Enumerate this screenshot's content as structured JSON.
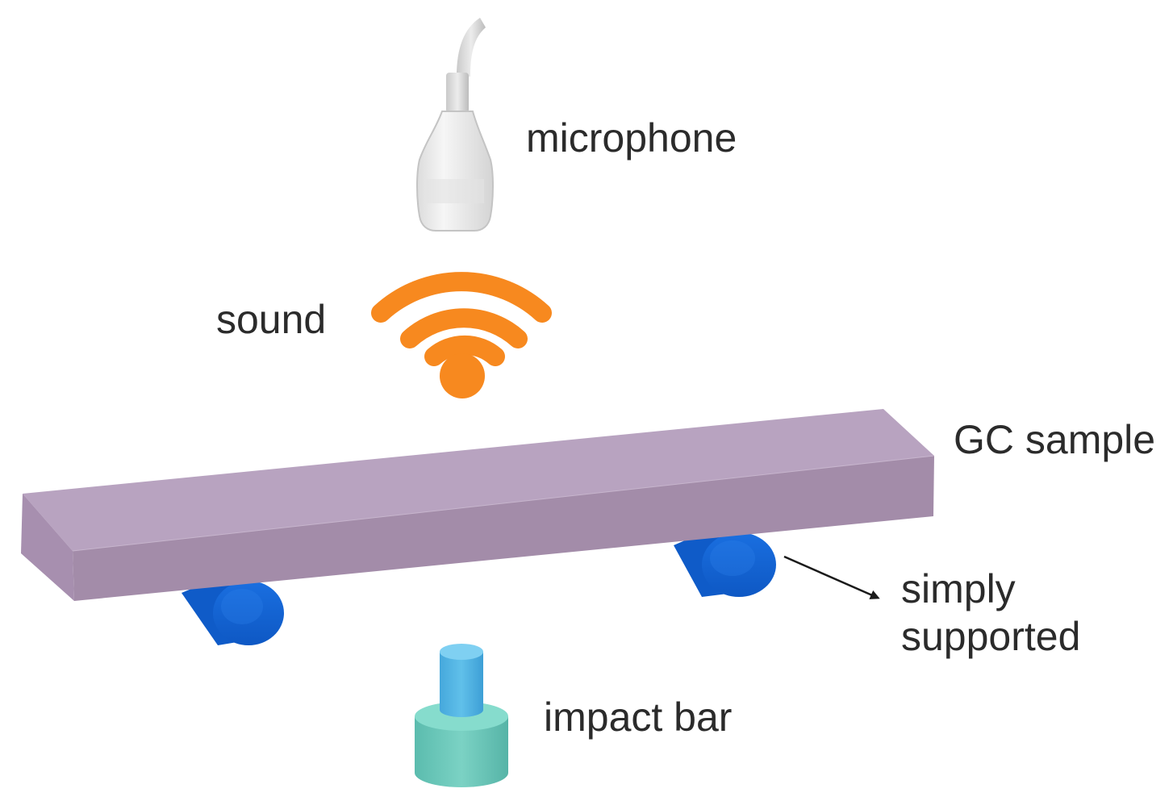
{
  "labels": {
    "microphone": "microphone",
    "sound": "sound",
    "gc_sample": "GC sample",
    "simply_line1": "simply",
    "simply_line2": "supported",
    "impact_bar": "impact bar"
  },
  "icons": {
    "microphone": "microphone-icon",
    "sound": "sound-waves-icon",
    "beam": "gc-sample-beam",
    "supports": "cylinder-support",
    "impactor": "impact-bar-icon",
    "arrow": "arrow-icon"
  },
  "colors": {
    "sound_waves": "#f7891f",
    "beam_top": "#b8a3c0",
    "beam_front": "#a38ca9",
    "beam_side": "#a48ea8",
    "support": "#1166d8",
    "impact_top": "#54b5e4",
    "impact_base": "#6bc7b9",
    "microphone": "#ececec",
    "text": "#2b2b2b"
  }
}
